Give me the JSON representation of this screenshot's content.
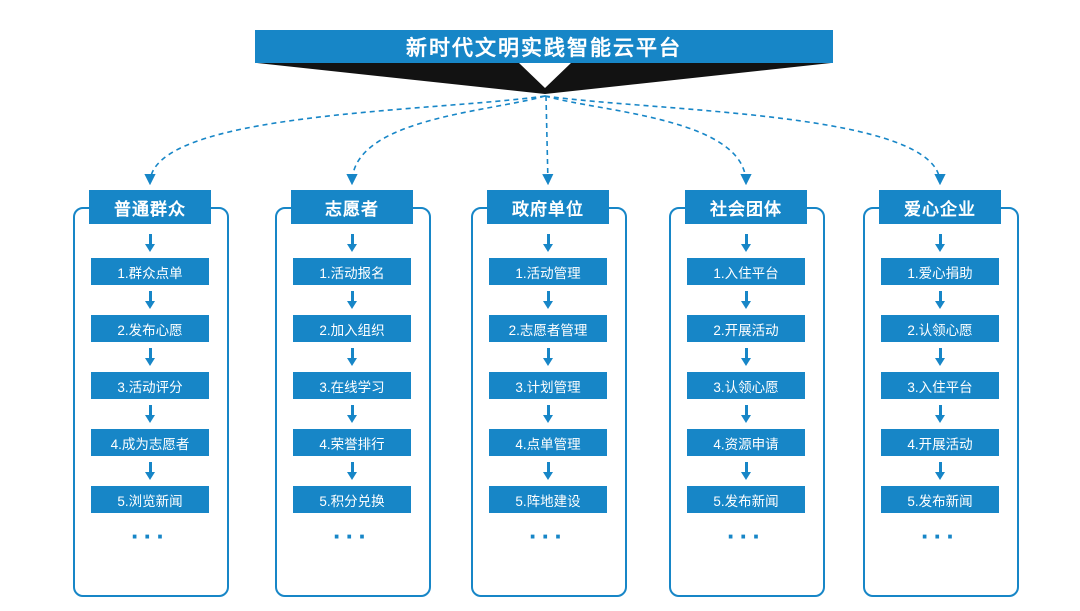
{
  "title": "新时代文明实践智能云平台",
  "colors": {
    "primary": "#1786c7",
    "funnel": "#121212",
    "background": "#ffffff"
  },
  "columns": [
    {
      "header": "普通群众",
      "steps": [
        "1.群众点单",
        "2.发布心愿",
        "3.活动评分",
        "4.成为志愿者",
        "5.浏览新闻"
      ],
      "more": "···"
    },
    {
      "header": "志愿者",
      "steps": [
        "1.活动报名",
        "2.加入组织",
        "3.在线学习",
        "4.荣誉排行",
        "5.积分兑换"
      ],
      "more": "···"
    },
    {
      "header": "政府单位",
      "steps": [
        "1.活动管理",
        "2.志愿者管理",
        "3.计划管理",
        "4.点单管理",
        "5.阵地建设"
      ],
      "more": "···"
    },
    {
      "header": "社会团体",
      "steps": [
        "1.入住平台",
        "2.开展活动",
        "3.认领心愿",
        "4.资源申请",
        "5.发布新闻"
      ],
      "more": "···"
    },
    {
      "header": "爱心企业",
      "steps": [
        "1.爱心捐助",
        "2.认领心愿",
        "3.入住平台",
        "4.开展活动",
        "5.发布新闻"
      ],
      "more": "···"
    }
  ]
}
